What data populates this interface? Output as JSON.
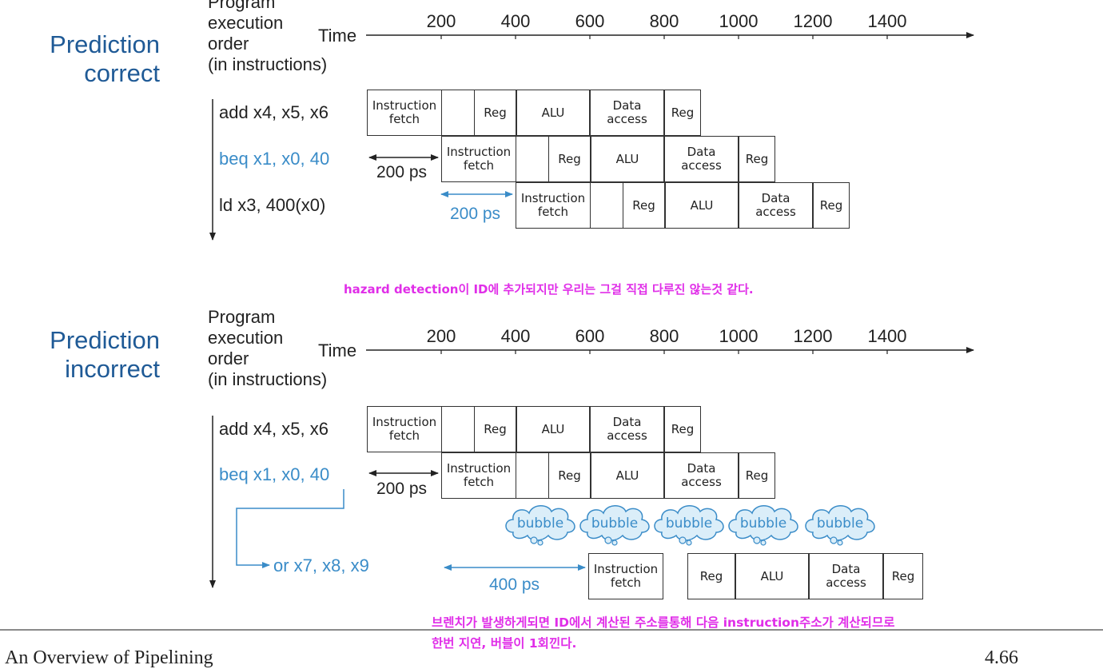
{
  "sections": [
    {
      "heading": [
        "Prediction",
        "correct"
      ],
      "program_label": [
        "Program",
        "execution",
        "order",
        "(in instructions)"
      ],
      "time_label": "Time",
      "time_ticks": [
        "200",
        "400",
        "600",
        "800",
        "1000",
        "1200",
        "1400"
      ],
      "instructions": [
        "add x4, x5, x6",
        "beq x1, x0, 40",
        "ld x3, 400(x0)"
      ],
      "stage_labels": {
        "if": "Instruction fetch",
        "reg": "Reg",
        "alu": "ALU",
        "mem": "Data access"
      },
      "delays": [
        "200 ps",
        "200 ps"
      ]
    },
    {
      "heading": [
        "Prediction",
        "incorrect"
      ],
      "program_label": [
        "Program",
        "execution",
        "order",
        "(in instructions)"
      ],
      "time_label": "Time",
      "time_ticks": [
        "200",
        "400",
        "600",
        "800",
        "1000",
        "1200",
        "1400"
      ],
      "instructions": [
        "add x4, x5, x6",
        "beq x1, x0, 40",
        "or x7, x8, x9"
      ],
      "stage_labels": {
        "if": "Instruction fetch",
        "reg": "Reg",
        "alu": "ALU",
        "mem": "Data access"
      },
      "delays": [
        "200 ps",
        "400 ps"
      ],
      "bubble_label": "bubble",
      "bubble_count": 5
    }
  ],
  "notes": {
    "middle": "hazard detection이 ID에 추가되지만 우리는 그걸 직접 다루진 않는것 같다.",
    "bottom_line1": "브렌치가 발생하게되면 ID에서 계산된 주소를통해 다음 instruction주소가 계산되므로",
    "bottom_line2": "한번 지연, 버블이 1회낀다."
  },
  "footer": {
    "title": "An Overview of Pipelining",
    "page": "4.66"
  },
  "colors": {
    "heading": "#1f5a96",
    "accent_blue": "#3a8cc8",
    "note_magenta": "#e02ee8",
    "bubble_fill": "#dbeef9"
  }
}
